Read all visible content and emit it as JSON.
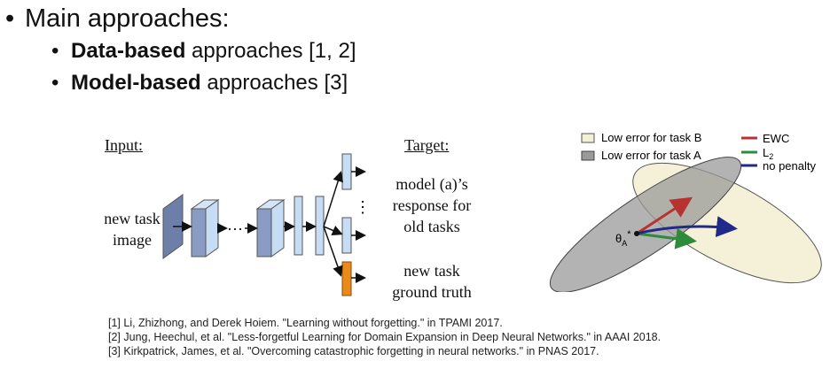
{
  "heading": "Main approaches:",
  "items": [
    {
      "bold": "Data-based",
      "rest": " approaches [1, 2]"
    },
    {
      "bold": "Model-based",
      "rest": " approaches [3]"
    }
  ],
  "left_figure": {
    "input_label": "Input:",
    "target_label": "Target:",
    "input_text_1": "new task",
    "input_text_2": "image",
    "dots_h": "···",
    "dots_v": "⋮",
    "target_1a": "model (a)’s",
    "target_1b": "response for",
    "target_1c": "old tasks",
    "target_2a": "new task",
    "target_2b": "ground truth",
    "colors": {
      "layer": "#c7dcf5",
      "layer_dark": "#6d7fa8",
      "gt": "#e98a1a"
    }
  },
  "right_figure": {
    "legend_b": "Low error for task B",
    "legend_a": "Low error for task A",
    "ewc": "EWC",
    "l2": "L",
    "l2_sub": "2",
    "no_penalty": "no penalty",
    "theta": "θ",
    "theta_sub": "A",
    "theta_sup": "*",
    "colors": {
      "task_b": "#f3f0d4",
      "task_a": "#999999",
      "ewc": "#b83232",
      "l2": "#2e8b3a",
      "no_penalty": "#1f2a8a"
    }
  },
  "references": [
    "[1] Li, Zhizhong, and Derek Hoiem. \"Learning without forgetting.\" in TPAMI 2017.",
    "[2] Jung, Heechul, et al. \"Less-forgetful Learning for Domain Expansion in Deep Neural Networks.\" in AAAI 2018.",
    "[3] Kirkpatrick, James, et al. \"Overcoming catastrophic forgetting in neural networks.\" in PNAS 2017."
  ]
}
